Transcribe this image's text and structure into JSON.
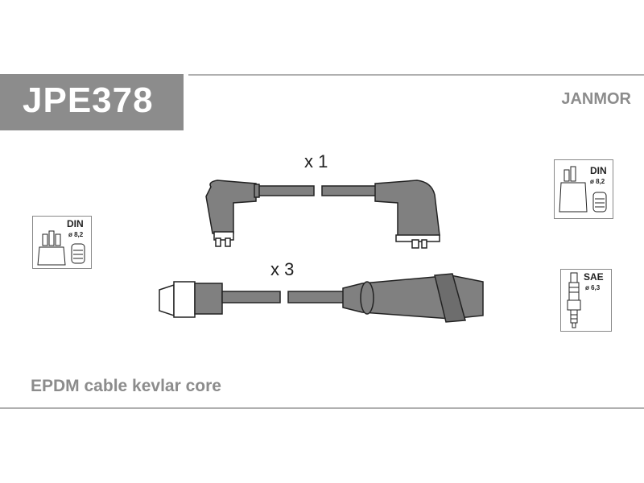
{
  "product_code": "JPE378",
  "brand": "JANMOR",
  "description": "EPDM cable kevlar core",
  "cables": [
    {
      "quantity_label": "x 1"
    },
    {
      "quantity_label": "x 3"
    }
  ],
  "specs": {
    "left_din": {
      "standard": "DIN",
      "diameter": "ø 8,2"
    },
    "right_din": {
      "standard": "DIN",
      "diameter": "ø 8,2"
    },
    "right_sae": {
      "standard": "SAE",
      "diameter": "ø 6,3"
    }
  },
  "colors": {
    "header_gray": "#8c8c8c",
    "boot_gray": "#808080",
    "outline": "#222222"
  },
  "icons": [
    "distributor-cap-icon",
    "terminal-icon",
    "spark-plug-icon"
  ]
}
